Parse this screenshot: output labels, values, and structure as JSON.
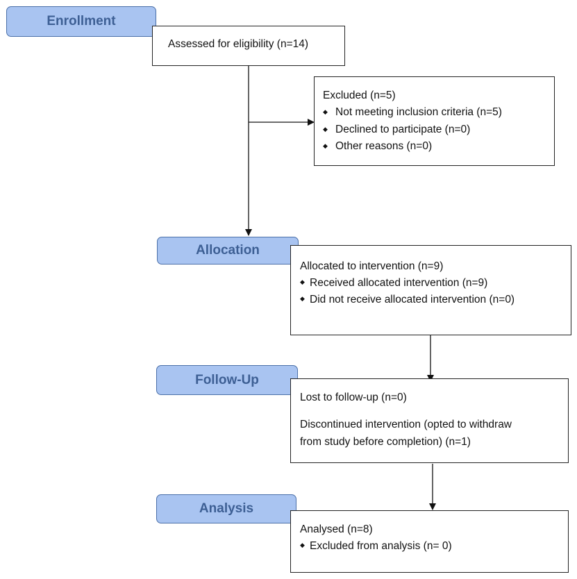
{
  "stages": {
    "enrollment": "Enrollment",
    "allocation": "Allocation",
    "follow_up": "Follow-Up",
    "analysis": "Analysis"
  },
  "assessed": {
    "text": "Assessed for eligibility (n=14)"
  },
  "excluded": {
    "title": "Excluded (n=5)",
    "items": [
      "Not meeting inclusion criteria (n=5)",
      "Declined to participate (n=0)",
      "Other reasons (n=0)"
    ]
  },
  "allocated": {
    "title": "Allocated to intervention (n=9)",
    "items": [
      "Received allocated intervention (n=9)",
      "Did not receive allocated intervention (n=0)"
    ]
  },
  "followup": {
    "lost": "Lost to follow-up (n=0)",
    "discontinued_line1": "Discontinued intervention (opted to withdraw",
    "discontinued_line2": "from study before completion) (n=1)"
  },
  "analysed": {
    "title": "Analysed (n=8)",
    "items": [
      "Excluded from analysis (n= 0)"
    ]
  },
  "bullet_glyph": "◆"
}
